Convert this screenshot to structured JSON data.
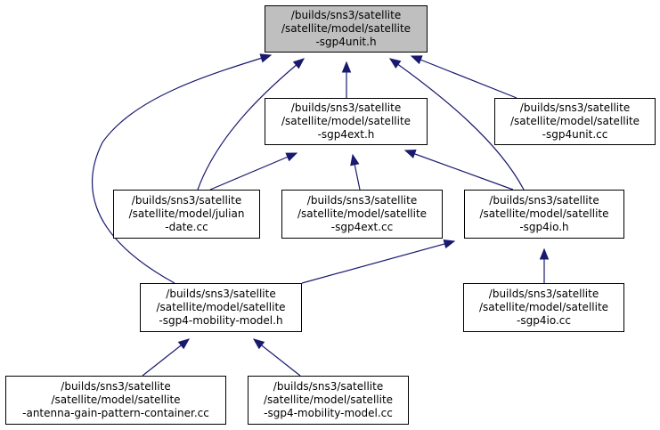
{
  "colors": {
    "edge": "#191970",
    "root_fill": "#bfbfbf",
    "node_fill": "#ffffff",
    "border": "#000000"
  },
  "nodes": {
    "sgp4unit_h": {
      "lines": [
        "/builds/sns3/satellite",
        "/satellite/model/satellite",
        "-sgp4unit.h"
      ]
    },
    "sgp4ext_h": {
      "lines": [
        "/builds/sns3/satellite",
        "/satellite/model/satellite",
        "-sgp4ext.h"
      ]
    },
    "sgp4unit_cc": {
      "lines": [
        "/builds/sns3/satellite",
        "/satellite/model/satellite",
        "-sgp4unit.cc"
      ]
    },
    "julian_date_cc": {
      "lines": [
        "/builds/sns3/satellite",
        "/satellite/model/julian",
        "-date.cc"
      ]
    },
    "sgp4ext_cc": {
      "lines": [
        "/builds/sns3/satellite",
        "/satellite/model/satellite",
        "-sgp4ext.cc"
      ]
    },
    "sgp4io_h": {
      "lines": [
        "/builds/sns3/satellite",
        "/satellite/model/satellite",
        "-sgp4io.h"
      ]
    },
    "sgp4_mobility_model_h": {
      "lines": [
        "/builds/sns3/satellite",
        "/satellite/model/satellite",
        "-sgp4-mobility-model.h"
      ]
    },
    "sgp4io_cc": {
      "lines": [
        "/builds/sns3/satellite",
        "/satellite/model/satellite",
        "-sgp4io.cc"
      ]
    },
    "antenna_gain_pattern_container_cc": {
      "lines": [
        "/builds/sns3/satellite",
        "/satellite/model/satellite",
        "-antenna-gain-pattern-container.cc"
      ]
    },
    "sgp4_mobility_model_cc": {
      "lines": [
        "/builds/sns3/satellite",
        "/satellite/model/satellite",
        "-sgp4-mobility-model.cc"
      ]
    }
  }
}
